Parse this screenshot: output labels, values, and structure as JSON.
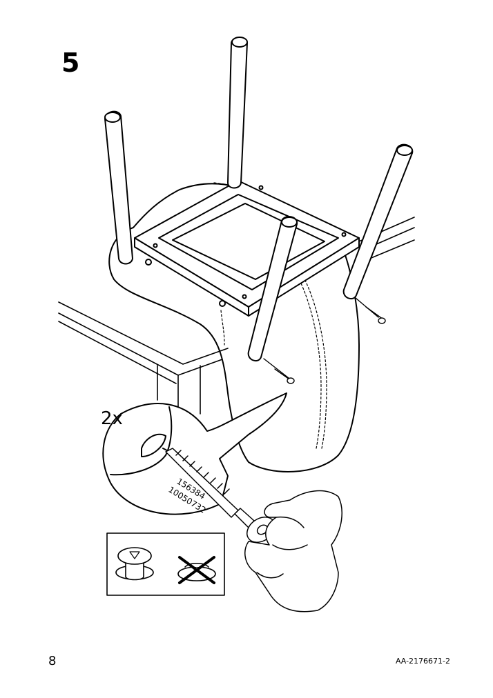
{
  "step": {
    "number": "5"
  },
  "detail": {
    "quantity": "2x",
    "part_numbers": [
      "156384",
      "10050732"
    ]
  },
  "footer": {
    "page_number": "8",
    "document_code": "AA-2176671-2"
  }
}
